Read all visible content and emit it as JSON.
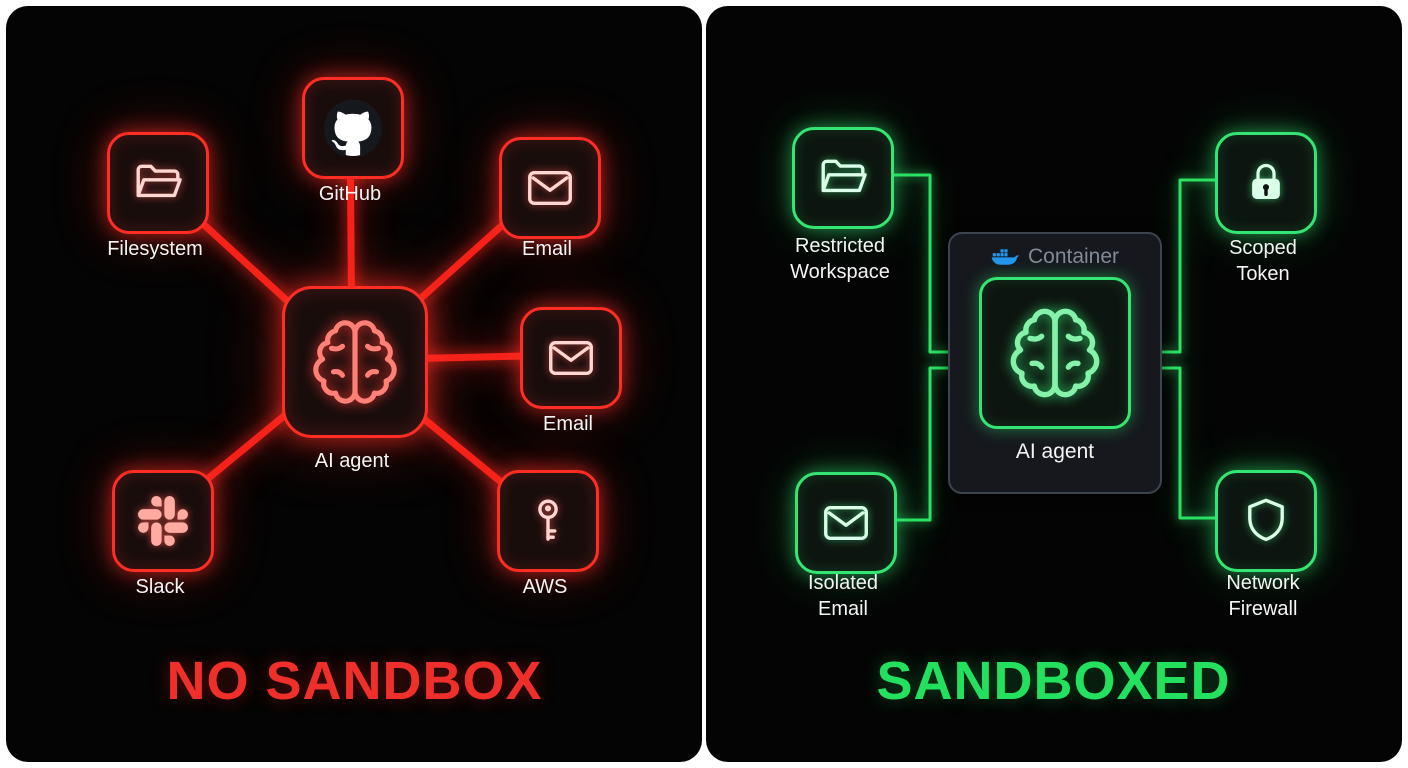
{
  "left_panel": {
    "title": "NO SANDBOX",
    "accent_color": "#ff2d24",
    "title_color": "#ef2f2a",
    "center": {
      "label": "AI agent",
      "icon": "brain-icon"
    },
    "nodes": [
      {
        "id": "filesystem",
        "label": "Filesystem",
        "icon": "folder-icon"
      },
      {
        "id": "github",
        "label": "GitHub",
        "icon": "github-icon"
      },
      {
        "id": "email-top",
        "label": "Email",
        "icon": "envelope-icon"
      },
      {
        "id": "email-right",
        "label": "Email",
        "icon": "envelope-icon"
      },
      {
        "id": "aws",
        "label": "AWS",
        "icon": "key-icon"
      },
      {
        "id": "slack",
        "label": "Slack",
        "icon": "slack-icon"
      }
    ]
  },
  "right_panel": {
    "title": "SANDBOXED",
    "accent_color": "#35e573",
    "title_color": "#23e05e",
    "container": {
      "label": "Container",
      "icon": "docker-icon",
      "agent_label": "AI agent",
      "agent_icon": "brain-icon"
    },
    "nodes": [
      {
        "id": "restricted-workspace",
        "label": "Restricted Workspace",
        "lines": [
          "Restricted",
          "Workspace"
        ],
        "icon": "folder-icon"
      },
      {
        "id": "scoped-token",
        "label": "Scoped Token",
        "lines": [
          "Scoped",
          "Token"
        ],
        "icon": "lock-icon"
      },
      {
        "id": "isolated-email",
        "label": "Isolated Email",
        "lines": [
          "Isolated",
          "Email"
        ],
        "icon": "envelope-icon"
      },
      {
        "id": "network-firewall",
        "label": "Network Firewall",
        "lines": [
          "Network",
          "Firewall"
        ],
        "icon": "shield-icon"
      }
    ]
  }
}
